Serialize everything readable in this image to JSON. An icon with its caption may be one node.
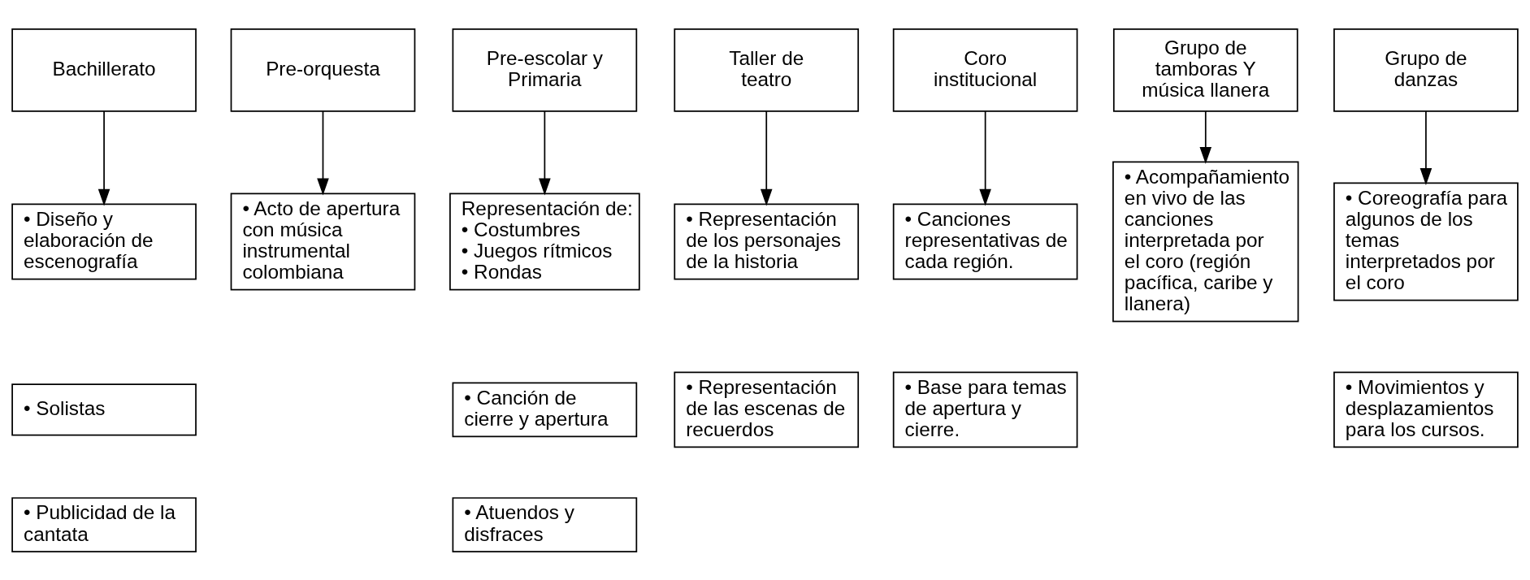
{
  "diagram": {
    "nodes": [
      {
        "text": [
          "Bachillerato"
        ]
      },
      {
        "text": [
          "Pre-orquesta"
        ]
      },
      {
        "text": [
          "Pre-escolar y Primaria"
        ]
      },
      {
        "text": [
          "Taller de teatro"
        ]
      },
      {
        "text": [
          "Coro institucional"
        ]
      },
      {
        "text": [
          "Grupo de tamboras Y música llanera"
        ]
      },
      {
        "text": [
          "Grupo de danzas"
        ]
      },
      {
        "text": [
          "• Diseño y elaboración de escenografía"
        ]
      },
      {
        "text": [
          "• Solistas"
        ]
      },
      {
        "text": [
          "• Publicidad de la cantata"
        ]
      },
      {
        "text": [
          "• Acto de apertura con música instrumental colombiana"
        ]
      },
      {
        "text": [
          "Representación de:",
          "• Costumbres",
          "• Juegos rítmicos",
          "• Rondas"
        ]
      },
      {
        "text": [
          "• Canción de cierre y apertura"
        ]
      },
      {
        "text": [
          "• Atuendos y disfraces"
        ]
      },
      {
        "text": [
          "• Representación de los personajes de la historia"
        ]
      },
      {
        "text": [
          "• Representación de las escenas de recuerdos"
        ]
      },
      {
        "text": [
          "• Canciones representativas de cada región."
        ]
      },
      {
        "text": [
          "• Base para temas de apertura y cierre."
        ]
      },
      {
        "text": [
          "• Acompañamiento en vivo de las canciones interpretada por el coro (región pacífica, caribe y llanera)"
        ]
      },
      {
        "text": [
          "• Coreografía para algunos de los temas interpretados por el coro"
        ]
      },
      {
        "text": [
          "• Movimientos y desplazamientos para los cursos."
        ]
      }
    ],
    "edges": [
      {
        "from": 0,
        "to": 7,
        "arrow": "to"
      },
      {
        "from": 1,
        "to": 10,
        "arrow": "to"
      },
      {
        "from": 2,
        "to": 11,
        "arrow": "to"
      },
      {
        "from": 3,
        "to": 14,
        "arrow": "to"
      },
      {
        "from": 4,
        "to": 16,
        "arrow": "to"
      },
      {
        "from": 5,
        "to": 18,
        "arrow": "to"
      },
      {
        "from": 6,
        "to": 19,
        "arrow": "to"
      }
    ]
  }
}
